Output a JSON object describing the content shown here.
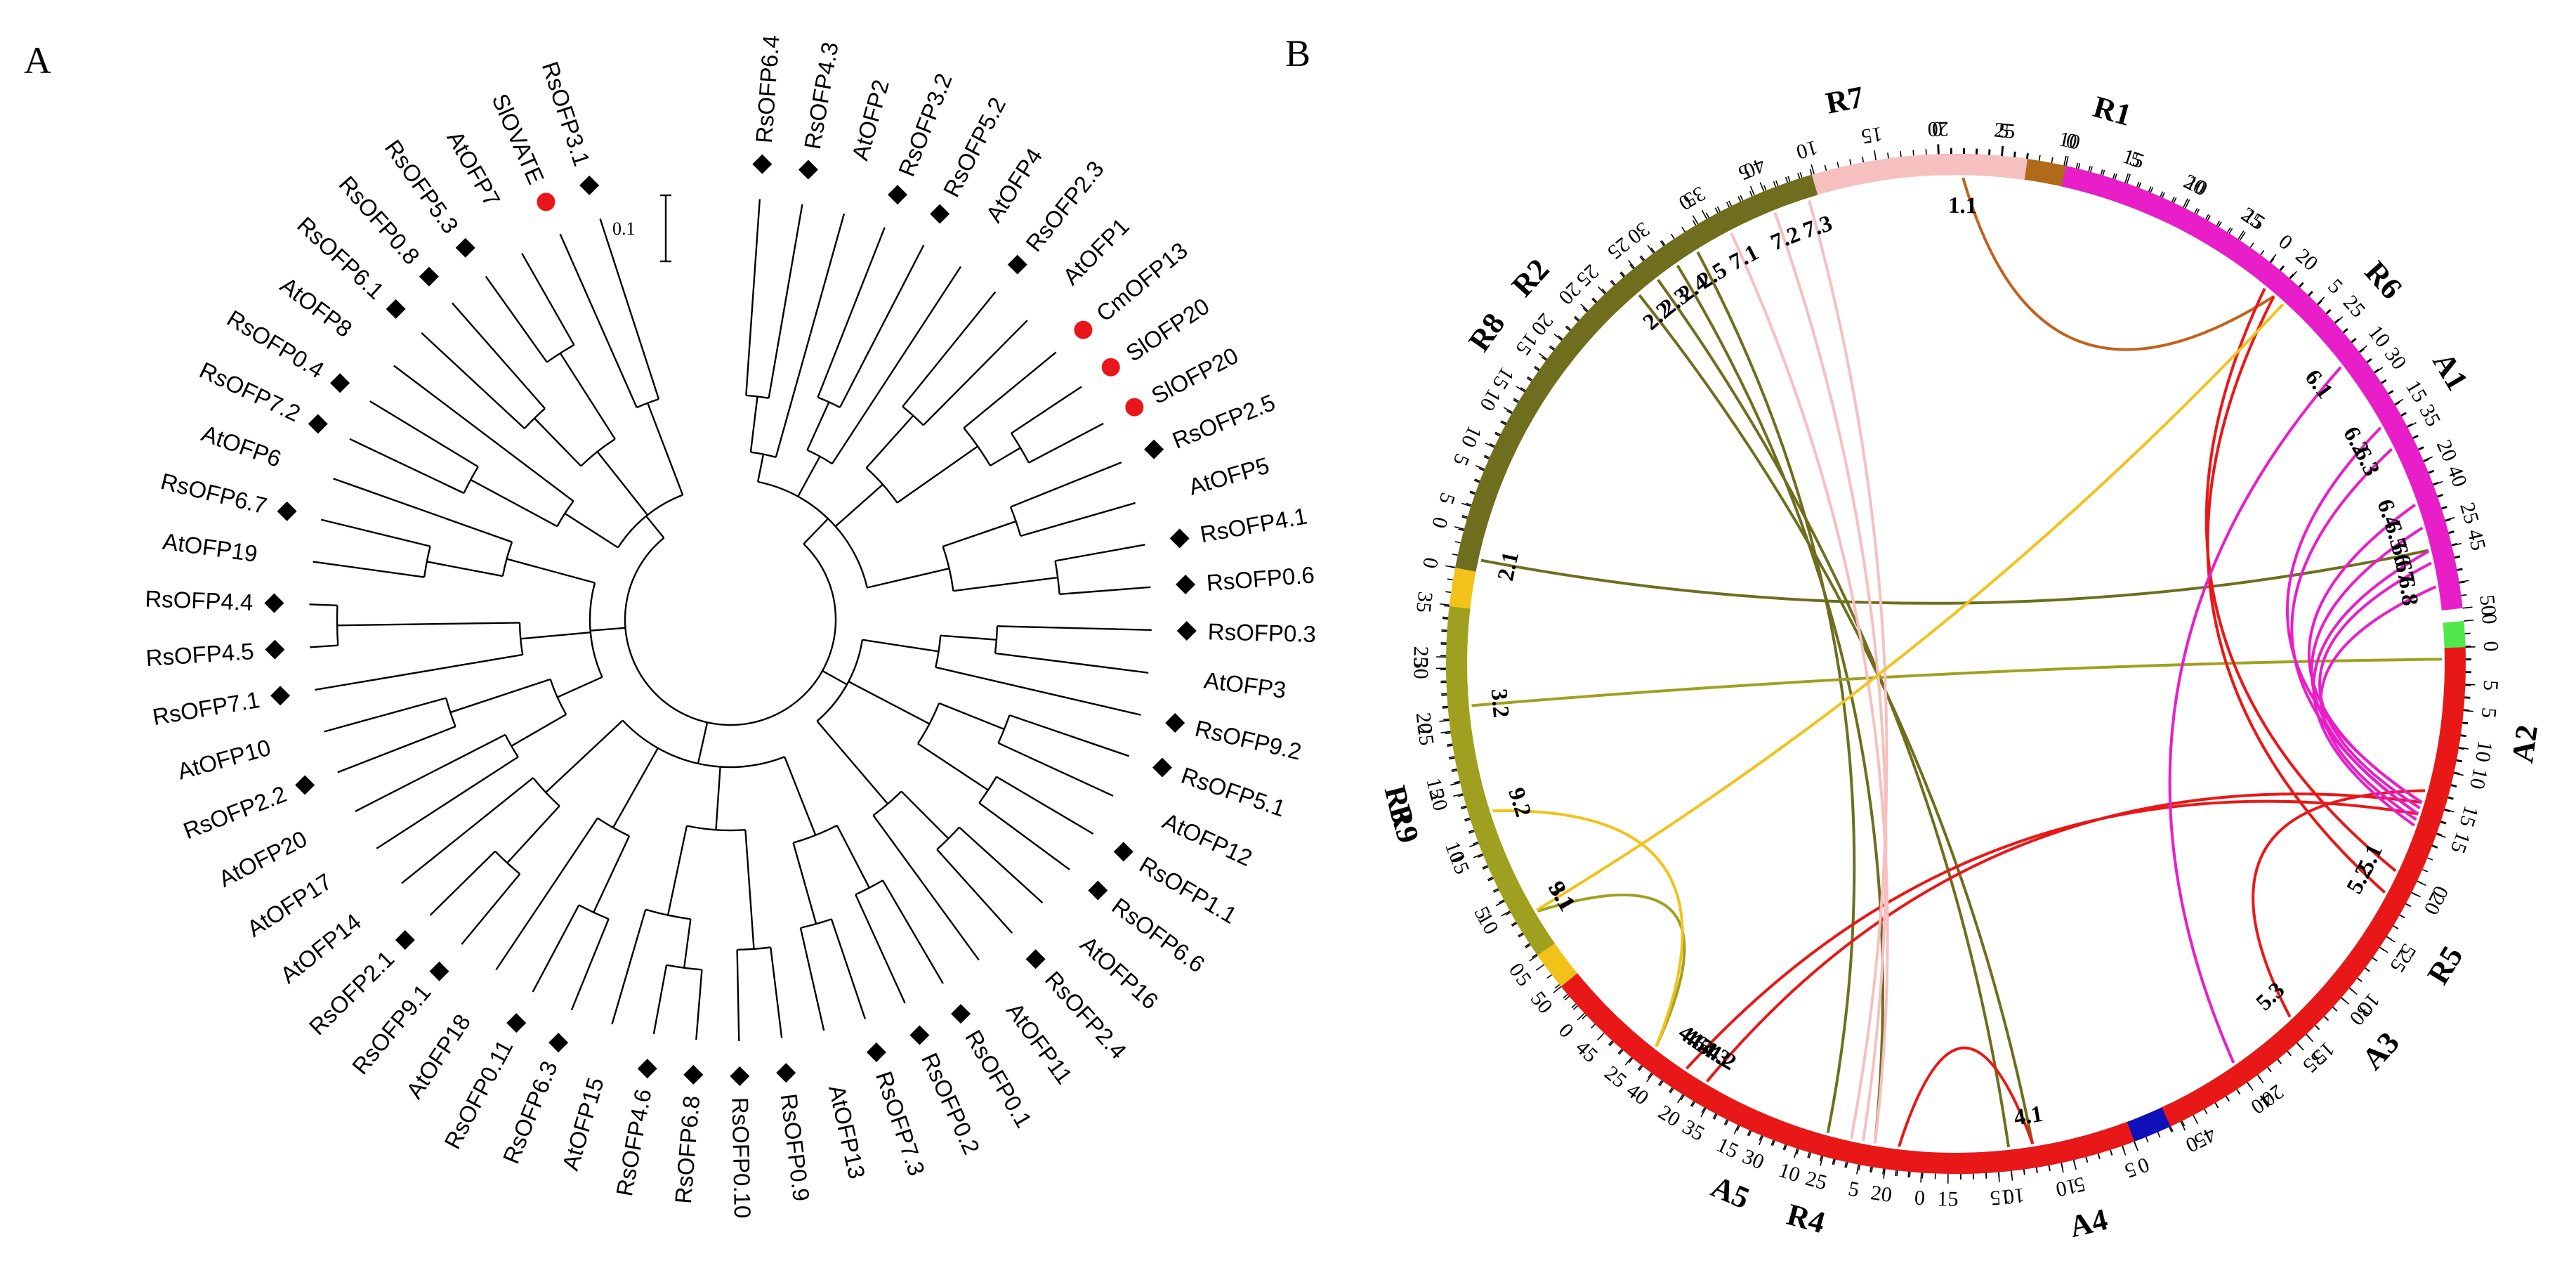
{
  "panels": {
    "A": {
      "letter": "A",
      "scale_bar_label": "0.1"
    },
    "B": {
      "letter": "B"
    }
  },
  "tree_leaves": [
    {
      "label": "RsOFP6.4",
      "marker": "diamond"
    },
    {
      "label": "RsOFP4.3",
      "marker": "diamond"
    },
    {
      "label": "AtOFP2",
      "marker": "none"
    },
    {
      "label": "RsOFP3.2",
      "marker": "diamond"
    },
    {
      "label": "RsOFP5.2",
      "marker": "diamond"
    },
    {
      "label": "AtOFP4",
      "marker": "none"
    },
    {
      "label": "RsOFP2.3",
      "marker": "diamond"
    },
    {
      "label": "AtOFP1",
      "marker": "none"
    },
    {
      "label": "CmOFP13",
      "marker": "circle"
    },
    {
      "label": "SlOFP20",
      "marker": "circle"
    },
    {
      "label": "SlOFP20",
      "marker": "circle"
    },
    {
      "label": "RsOFP2.5",
      "marker": "diamond"
    },
    {
      "label": "AtOFP5",
      "marker": "none"
    },
    {
      "label": "RsOFP4.1",
      "marker": "diamond"
    },
    {
      "label": "RsOFP0.6",
      "marker": "diamond"
    },
    {
      "label": "RsOFP0.3",
      "marker": "diamond"
    },
    {
      "label": "AtOFP3",
      "marker": "none"
    },
    {
      "label": "RsOFP9.2",
      "marker": "diamond"
    },
    {
      "label": "RsOFP5.1",
      "marker": "diamond"
    },
    {
      "label": "AtOFP12",
      "marker": "none"
    },
    {
      "label": "RsOFP1.1",
      "marker": "diamond"
    },
    {
      "label": "RsOFP6.6",
      "marker": "diamond"
    },
    {
      "label": "AtOFP16",
      "marker": "none"
    },
    {
      "label": "RsOFP2.4",
      "marker": "diamond"
    },
    {
      "label": "AtOFP11",
      "marker": "none"
    },
    {
      "label": "RsOFP0.1",
      "marker": "diamond"
    },
    {
      "label": "RsOFP0.2",
      "marker": "diamond"
    },
    {
      "label": "RsOFP7.3",
      "marker": "diamond"
    },
    {
      "label": "AtOFP13",
      "marker": "none"
    },
    {
      "label": "RsOFP0.9",
      "marker": "diamond"
    },
    {
      "label": "RsOFP0.10",
      "marker": "diamond"
    },
    {
      "label": "RsOFP6.8",
      "marker": "diamond"
    },
    {
      "label": "RsOFP4.6",
      "marker": "diamond"
    },
    {
      "label": "AtOFP15",
      "marker": "none"
    },
    {
      "label": "RsOFP6.3",
      "marker": "diamond"
    },
    {
      "label": "RsOFP0.11",
      "marker": "diamond"
    },
    {
      "label": "AtOFP18",
      "marker": "none"
    },
    {
      "label": "RsOFP9.1",
      "marker": "diamond"
    },
    {
      "label": "RsOFP2.1",
      "marker": "diamond"
    },
    {
      "label": "AtOFP14",
      "marker": "none"
    },
    {
      "label": "AtOFP17",
      "marker": "none"
    },
    {
      "label": "AtOFP20",
      "marker": "none"
    },
    {
      "label": "RsOFP2.2",
      "marker": "diamond"
    },
    {
      "label": "AtOFP10",
      "marker": "none"
    },
    {
      "label": "RsOFP7.1",
      "marker": "diamond"
    },
    {
      "label": "RsOFP4.5",
      "marker": "diamond"
    },
    {
      "label": "RsOFP4.4",
      "marker": "diamond"
    },
    {
      "label": "AtOFP19",
      "marker": "none"
    },
    {
      "label": "RsOFP6.7",
      "marker": "diamond"
    },
    {
      "label": "AtOFP6",
      "marker": "none"
    },
    {
      "label": "RsOFP7.2",
      "marker": "diamond"
    },
    {
      "label": "RsOFP0.4",
      "marker": "diamond"
    },
    {
      "label": "AtOFP8",
      "marker": "none"
    },
    {
      "label": "RsOFP6.1",
      "marker": "diamond"
    },
    {
      "label": "RsOFP0.8",
      "marker": "diamond"
    },
    {
      "label": "RsOFP5.3",
      "marker": "diamond"
    },
    {
      "label": "AtOFP7",
      "marker": "none"
    },
    {
      "label": "SlOVATE",
      "marker": "circle"
    },
    {
      "label": "RsOFP3.1",
      "marker": "diamond"
    }
  ],
  "chromosomes": [
    {
      "name": "R1",
      "length": 25,
      "color": "#b06a1a",
      "ticks": [
        0,
        5,
        10,
        15,
        20,
        25
      ]
    },
    {
      "name": "A1",
      "length": 30,
      "color": "#b8f03a",
      "ticks": [
        0,
        5,
        10,
        15,
        20,
        25
      ]
    },
    {
      "name": "A2",
      "length": 18,
      "color": "#4fe84a",
      "ticks": [
        0,
        5,
        10,
        15
      ]
    },
    {
      "name": "A3",
      "length": 24,
      "color": "#1f7a1f",
      "ticks": [
        0,
        5,
        10,
        15,
        20
      ]
    },
    {
      "name": "A4",
      "length": 18,
      "color": "#1010b8",
      "ticks": [
        0,
        5,
        10,
        15
      ]
    },
    {
      "name": "A5",
      "length": 27,
      "color": "#4aa3e8",
      "ticks": [
        0,
        5,
        10,
        15,
        20,
        25
      ]
    },
    {
      "name": "R9",
      "length": 38,
      "color": "#f2c21a",
      "ticks": [
        0,
        5,
        10,
        15,
        20,
        25,
        30,
        35
      ]
    },
    {
      "name": "R8",
      "length": 28,
      "color": "#f0961e",
      "ticks": [
        0,
        5,
        10,
        15,
        20,
        25
      ]
    },
    {
      "name": "R7",
      "length": 27,
      "color": "#f6c0c0",
      "ticks": [
        0,
        5,
        10,
        15,
        20,
        25
      ]
    },
    {
      "name": "R6",
      "length": 50,
      "color": "#e81ec8",
      "ticks": [
        0,
        5,
        10,
        15,
        20,
        25,
        30,
        35,
        40,
        45,
        50
      ]
    },
    {
      "name": "R5",
      "length": 47,
      "color": "#e81818",
      "ticks": [
        0,
        5,
        10,
        15,
        20,
        25,
        30,
        35,
        40,
        45
      ]
    },
    {
      "name": "R4",
      "length": 50,
      "color": "#e81818",
      "ticks": [
        0,
        5,
        10,
        15,
        20,
        25,
        30,
        35,
        40,
        45,
        50
      ]
    },
    {
      "name": "R3",
      "length": 29,
      "color": "#a0a020",
      "ticks": [
        0,
        5,
        10,
        15,
        20,
        25
      ]
    },
    {
      "name": "R2",
      "length": 44,
      "color": "#6e6e1e",
      "ticks": [
        0,
        5,
        10,
        15,
        20,
        25,
        30,
        35,
        40
      ]
    }
  ],
  "gene_labels": [
    {
      "text": "1.1",
      "chrom": "R1",
      "pos": 2
    },
    {
      "text": "2.1",
      "chrom": "R2",
      "pos": 1
    },
    {
      "text": "2.2",
      "chrom": "R2",
      "pos": 27
    },
    {
      "text": "2.3",
      "chrom": "R2",
      "pos": 29
    },
    {
      "text": "2.4",
      "chrom": "R2",
      "pos": 31
    },
    {
      "text": "2.5",
      "chrom": "R2",
      "pos": 33
    },
    {
      "text": "3.1",
      "chrom": "R3",
      "pos": 3
    },
    {
      "text": "3.2",
      "chrom": "R3",
      "pos": 21
    },
    {
      "text": "4.1",
      "chrom": "R4",
      "pos": 8
    },
    {
      "text": "4.2",
      "chrom": "R4",
      "pos": 36
    },
    {
      "text": "4.3",
      "chrom": "R4",
      "pos": 36.6
    },
    {
      "text": "4.4",
      "chrom": "R4",
      "pos": 38
    },
    {
      "text": "4.5",
      "chrom": "R4",
      "pos": 38.5
    },
    {
      "text": "4.6",
      "chrom": "R4",
      "pos": 39
    },
    {
      "text": "5.1",
      "chrom": "R5",
      "pos": 19
    },
    {
      "text": "5.2",
      "chrom": "R5",
      "pos": 21
    },
    {
      "text": "5.3",
      "chrom": "R5",
      "pos": 34
    },
    {
      "text": "6.1",
      "chrom": "R6",
      "pos": 28
    },
    {
      "text": "6.2",
      "chrom": "R6",
      "pos": 34
    },
    {
      "text": "6.3",
      "chrom": "R6",
      "pos": 36
    },
    {
      "text": "6.4",
      "chrom": "R6",
      "pos": 41
    },
    {
      "text": "6.5",
      "chrom": "R6",
      "pos": 43
    },
    {
      "text": "6.6",
      "chrom": "R6",
      "pos": 45
    },
    {
      "text": "6.7",
      "chrom": "R6",
      "pos": 46
    },
    {
      "text": "6.8",
      "chrom": "R6",
      "pos": 48
    },
    {
      "text": "7.1",
      "chrom": "R7",
      "pos": 2
    },
    {
      "text": "7.2",
      "chrom": "R7",
      "pos": 6
    },
    {
      "text": "7.3",
      "chrom": "R7",
      "pos": 9
    },
    {
      "text": "9.1",
      "chrom": "R9",
      "pos": 9
    },
    {
      "text": "9.2",
      "chrom": "R9",
      "pos": 18
    }
  ],
  "links": [
    {
      "from": [
        "R1",
        2
      ],
      "to": [
        "A1",
        2
      ],
      "color": "#c2611c"
    },
    {
      "from": [
        "R2",
        1
      ],
      "to": [
        "A1",
        27
      ],
      "color": "#6e6e1e"
    },
    {
      "from": [
        "R2",
        27
      ],
      "to": [
        "A4",
        12
      ],
      "color": "#6e6e1e"
    },
    {
      "from": [
        "R2",
        29
      ],
      "to": [
        "A4",
        14
      ],
      "color": "#6e6e1e"
    },
    {
      "from": [
        "R2",
        31
      ],
      "to": [
        "A5",
        4
      ],
      "color": "#6e6e1e"
    },
    {
      "from": [
        "R2",
        33
      ],
      "to": [
        "A5",
        8
      ],
      "color": "#6e6e1e"
    },
    {
      "from": [
        "R3",
        3
      ],
      "to": [
        "A5",
        24
      ],
      "color": "#a0a020"
    },
    {
      "from": [
        "R3",
        21
      ],
      "to": [
        "A2",
        3
      ],
      "color": "#a0a020"
    },
    {
      "from": [
        "R4",
        8
      ],
      "to": [
        "A5",
        2
      ],
      "color": "#e81818"
    },
    {
      "from": [
        "R4",
        36
      ],
      "to": [
        "A2",
        15
      ],
      "color": "#e81818"
    },
    {
      "from": [
        "R4",
        38
      ],
      "to": [
        "A2",
        16
      ],
      "color": "#e81818"
    },
    {
      "from": [
        "R5",
        19
      ],
      "to": [
        "A1",
        1
      ],
      "color": "#e81818"
    },
    {
      "from": [
        "R5",
        21
      ],
      "to": [
        "A1",
        2
      ],
      "color": "#e81818"
    },
    {
      "from": [
        "R5",
        34
      ],
      "to": [
        "A2",
        14
      ],
      "color": "#e81818"
    },
    {
      "from": [
        "R6",
        28
      ],
      "to": [
        "A3",
        21
      ],
      "color": "#e81ec8"
    },
    {
      "from": [
        "R6",
        34
      ],
      "to": [
        "A2",
        15
      ],
      "color": "#e81ec8"
    },
    {
      "from": [
        "R6",
        36
      ],
      "to": [
        "A2",
        16
      ],
      "color": "#e81ec8"
    },
    {
      "from": [
        "R6",
        41
      ],
      "to": [
        "A2",
        15
      ],
      "color": "#e81ec8"
    },
    {
      "from": [
        "R6",
        43
      ],
      "to": [
        "A2",
        16
      ],
      "color": "#e81ec8"
    },
    {
      "from": [
        "R6",
        45
      ],
      "to": [
        "A2",
        17
      ],
      "color": "#e81ec8"
    },
    {
      "from": [
        "R6",
        46
      ],
      "to": [
        "A2",
        15.5
      ],
      "color": "#e81ec8"
    },
    {
      "from": [
        "R6",
        48
      ],
      "to": [
        "A2",
        16.5
      ],
      "color": "#e81ec8"
    },
    {
      "from": [
        "R7",
        2
      ],
      "to": [
        "A5",
        4
      ],
      "color": "#f6c0c0"
    },
    {
      "from": [
        "R7",
        6
      ],
      "to": [
        "A5",
        5
      ],
      "color": "#f6c0c0"
    },
    {
      "from": [
        "R7",
        9
      ],
      "to": [
        "A5",
        6
      ],
      "color": "#f6c0c0"
    },
    {
      "from": [
        "R9",
        9
      ],
      "to": [
        "A1",
        3
      ],
      "color": "#f2c21a"
    },
    {
      "from": [
        "R9",
        18
      ],
      "to": [
        "A5",
        24
      ],
      "color": "#f2c21a"
    }
  ]
}
